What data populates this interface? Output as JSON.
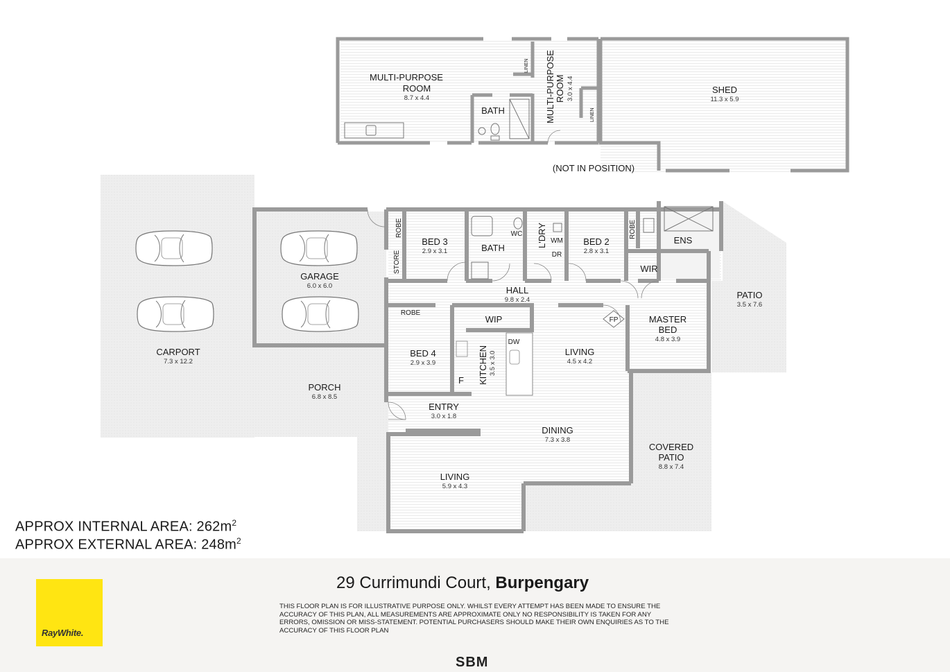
{
  "rooms": {
    "mp_room_1": {
      "name_line1": "MULTI-PURPOSE",
      "name_line2": "ROOM",
      "dims": "8.7 x 4.4"
    },
    "mp_room_2": {
      "name_line1": "MULTI-PURPOSE",
      "name_line2": "ROOM",
      "dims": "3.0 x 4.4"
    },
    "shed": {
      "name": "SHED",
      "dims": "11.3 x 5.9"
    },
    "not_in_position": "(NOT IN POSITION)",
    "bath_upper": "BATH",
    "linen_1": "LINEN",
    "linen_2": "LINEN",
    "carport": {
      "name": "CARPORT",
      "dims": "7.3 x 12.2"
    },
    "garage": {
      "name": "GARAGE",
      "dims": "6.0 x 6.0"
    },
    "bed3": {
      "name": "BED 3",
      "dims": "2.9 x 3.1"
    },
    "robe_bed3": "ROBE",
    "store": "STORE",
    "bath": "BATH",
    "wc": "WC",
    "ldry": "L'DRY",
    "wm": "WM",
    "dr": "DR",
    "bed2": {
      "name": "BED 2",
      "dims": "2.8 x 3.1"
    },
    "robe_bed2": "ROBE",
    "ens": "ENS",
    "wir": "WIR",
    "patio": {
      "name": "PATIO",
      "dims": "3.5 x 7.6"
    },
    "hall": {
      "name": "HALL",
      "dims": "9.8 x 2.4"
    },
    "robe_bed4": "ROBE",
    "bed4": {
      "name": "BED 4",
      "dims": "2.9 x 3.9"
    },
    "wip": "WIP",
    "dw": "DW",
    "kitchen": {
      "name": "KITCHEN",
      "dims": "3.5 x 3.0"
    },
    "fridge": "F",
    "fp": "FP",
    "living_main": {
      "name": "LIVING",
      "dims": "4.5 x 4.2"
    },
    "master": {
      "name_line1": "MASTER",
      "name_line2": "BED",
      "dims": "4.8 x 3.9"
    },
    "porch": {
      "name": "PORCH",
      "dims": "6.8 x 8.5"
    },
    "entry": {
      "name": "ENTRY",
      "dims": "3.0 x 1.8"
    },
    "dining": {
      "name": "DINING",
      "dims": "7.3 x 3.8"
    },
    "covered_patio": {
      "name_line1": "COVERED",
      "name_line2": "PATIO",
      "dims": "8.8 x 7.4"
    },
    "living_front": {
      "name": "LIVING",
      "dims": "5.9 x 4.3"
    }
  },
  "areas": {
    "internal_label": "APPROX INTERNAL AREA: 262m",
    "internal_sup": "2",
    "external_label": "APPROX EXTERNAL AREA: 248m",
    "external_sup": "2"
  },
  "footer": {
    "logo_text": "RayWhite.",
    "address_street": "29 Currimundi Court,",
    "address_suburb": "Burpengary",
    "disclaimer": "This floor plan is for illustrative purpose only. Whilst every attempt has been made to ensure the accuracy of this plan, all measurements are approximate only no responsibility is taken for any errors, omission or miss-statement. Potential purchasers should make their own enquiries as to the accuracy of this floor plan",
    "brand_mark": "SBM"
  },
  "colors": {
    "wall": "#9a9a9a",
    "outdoor": "#ececec",
    "floor_lines": "#dddddd",
    "logo_bg": "#ffe512"
  }
}
